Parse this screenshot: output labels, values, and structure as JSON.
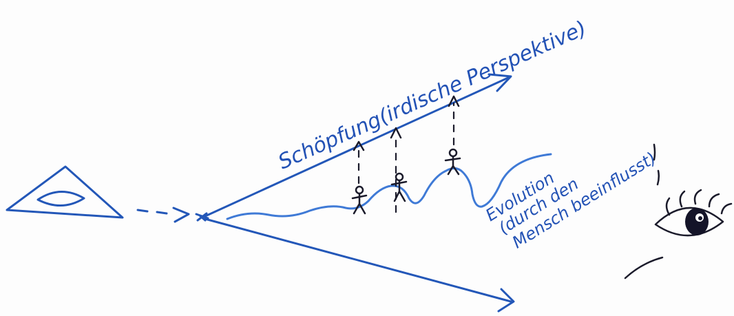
{
  "labels": {
    "creation": "Schöpfung(irdische Perspektive)",
    "evolution_line1": "Evolution",
    "evolution_line2": "(durch den",
    "evolution_line3": "Mensch beeinflusst)"
  },
  "icons": {
    "left": "eye-in-triangle-icon",
    "right": "eye-icon"
  },
  "colors": {
    "pen_blue": "#2357b8",
    "pen_light_blue": "#3f7ad6",
    "ink_black": "#1b1b2b"
  }
}
